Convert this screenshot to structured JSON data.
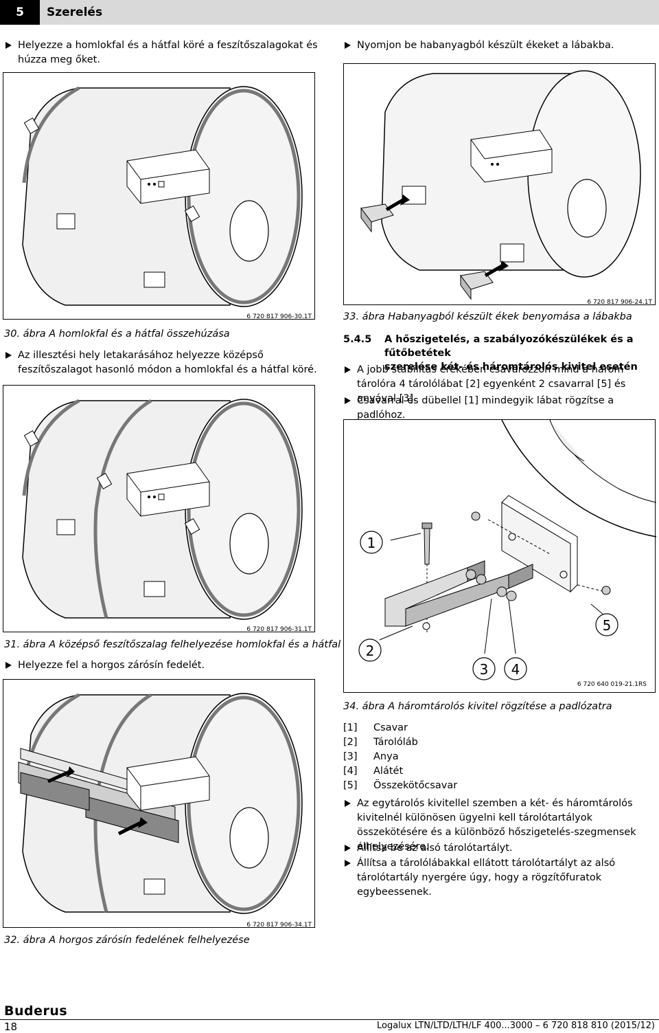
{
  "header": {
    "section_number": "5",
    "section_title": "Szerelés"
  },
  "left": {
    "step1": "Helyezze a homlokfal és a hátfal köré a feszítőszalagokat és húzza meg őket.",
    "fig30": {
      "code": "6 720 817 906-30.1T",
      "caption": "30. ábra A homlokfal és a hátfal összehúzása"
    },
    "step2": "Az illesztési hely letakarásához helyezze középső feszítőszalagot hasonló módon a homlokfal és a hátfal köré.",
    "fig31": {
      "code": "6 720 817 906-31.1T",
      "caption": "31. ábra A középső feszítőszalag felhelyezése homlokfal és a hátfal köré"
    },
    "step3": "Helyezze fel a horgos zárósín fedelét.",
    "fig32": {
      "code": "6 720 817 906-34.1T",
      "caption": "32. ábra A horgos zárósín fedelének felhelyezése"
    }
  },
  "right": {
    "step1": "Nyomjon be habanyagból készült ékeket a lábakba.",
    "fig33": {
      "code": "6 720 817 906-24.1T",
      "caption": "33. ábra Habanyagból készült ékek benyomása a lábakba"
    },
    "section": {
      "number": "5.4.5",
      "title_line1": "A hőszigetelés, a szabályozókészülékek és a fűtőbetétek",
      "title_line2": "szerelése két- és háromtárolós kivitel esetén"
    },
    "step2": "A jobb stabilitás érekében csavarozzon mind a három tárolóra 4 tárolólábat [2] egyenként 2 csavarral [5] és anyával [3].",
    "step3": "Csavarral és dübellel [1] mindegyik lábat rögzítse a padlóhoz.",
    "fig34": {
      "code": "6 720 640 019-21.1RS",
      "caption": "34. ábra A háromtárolós kivitel rögzítése a padlózatra",
      "callouts": [
        "1",
        "2",
        "3",
        "4",
        "5"
      ]
    },
    "legend": [
      {
        "key": "[1]",
        "label": "Csavar"
      },
      {
        "key": "[2]",
        "label": "Tárolóláb"
      },
      {
        "key": "[3]",
        "label": "Anya"
      },
      {
        "key": "[4]",
        "label": "Alátét"
      },
      {
        "key": "[5]",
        "label": "Összekötőcsavar"
      }
    ],
    "step4": "Az egytárolós kivitellel szemben a két- és háromtárolós kivitelnél különösen ügyelni kell tárolótartályok összekötésére és a különböző hőszigetelés-szegmensek elhelyezésére.",
    "step5": "Állítsa be az alsó tárolótartályt.",
    "step6": "Állítsa a tárolólábakkal ellátott tárolótartályt az alsó tárolótartály nyergére úgy, hogy a rögzítőfuratok egybeessenek."
  },
  "footer": {
    "brand": "Buderus",
    "page_number": "18",
    "doc_ref": "Logalux LTN/LTD/LTH/LF 400...3000 – 6 720 818 810 (2015/12)"
  }
}
